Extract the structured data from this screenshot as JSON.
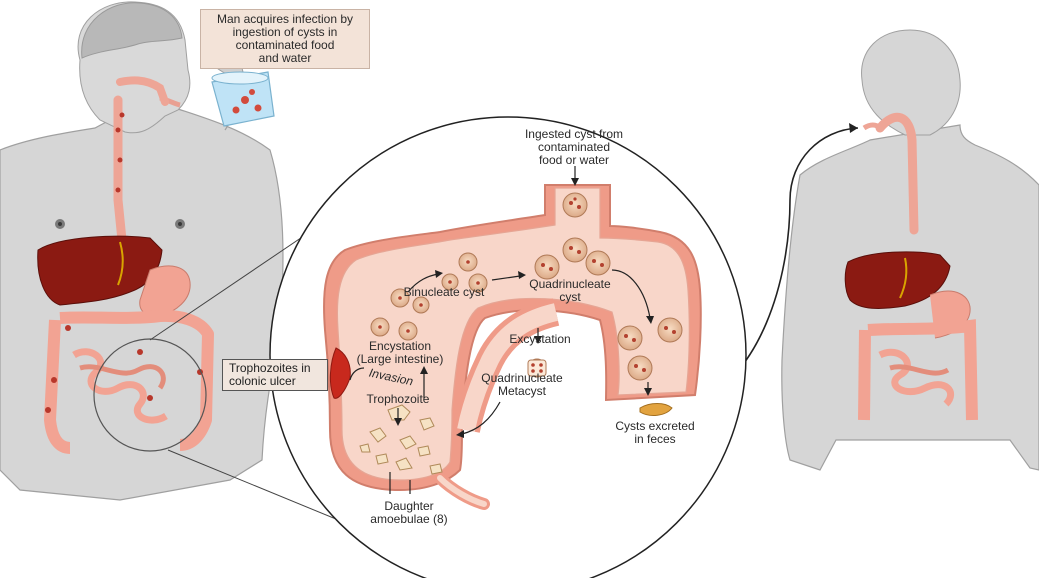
{
  "labels": {
    "infection_note": "Man acquires infection by\ningestion of cysts in\ncontaminated food\nand water",
    "ingested_cyst": "Ingested cyst from\ncontaminated\nfood or water",
    "binucleate_cyst": "Binucleate cyst",
    "quadrinucleate_cyst": "Quadrinucleate\ncyst",
    "encystation": "Encystation\n(Large intestine)",
    "excystation": "Excystation",
    "quadrinucleate_metacyst": "Quadrinucleate\nMetacyst",
    "trophozoites_ulcer": "Trophozoites in\ncolonic ulcer",
    "invasion": "Invasion",
    "trophozoite": "Trophozoite",
    "cysts_excreted": "Cysts excreted\nin feces",
    "daughter_amoebulae": "Daughter\namoebulae (8)"
  },
  "colors": {
    "skin": "#d3d3d3",
    "skin_edge": "#9a9a9a",
    "hair": "#b5b5b5",
    "liver": "#8b1a12",
    "intestine": "#f2a393",
    "intestine_edge": "#c97c6d",
    "colon_fill": "#f7d2c5",
    "colon_wall": "#e9907c",
    "cyst": "#f1c9a8",
    "cyst_edge": "#b07a57",
    "ulcer": "#c8291d",
    "label_box": "#f3e3d8"
  }
}
